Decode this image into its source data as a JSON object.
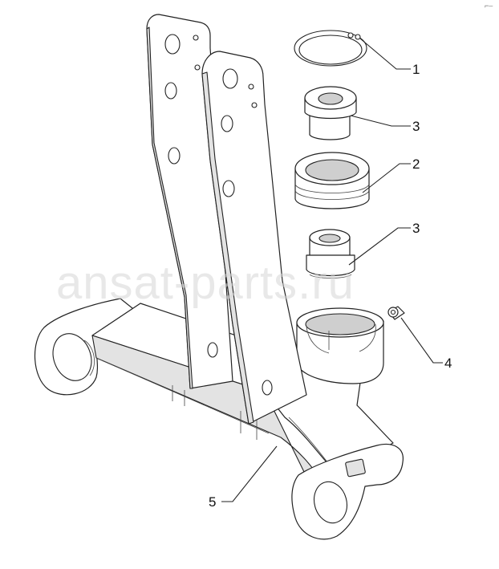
{
  "watermark": "ansat-parts.ru",
  "corner_mark": "⌐–",
  "callouts": [
    {
      "id": "ring",
      "label": "1"
    },
    {
      "id": "bushing-top",
      "label": "3"
    },
    {
      "id": "bearing",
      "label": "2"
    },
    {
      "id": "bushing-bottom",
      "label": "3"
    },
    {
      "id": "grease-nipple",
      "label": "4"
    },
    {
      "id": "bracket",
      "label": "5"
    }
  ]
}
